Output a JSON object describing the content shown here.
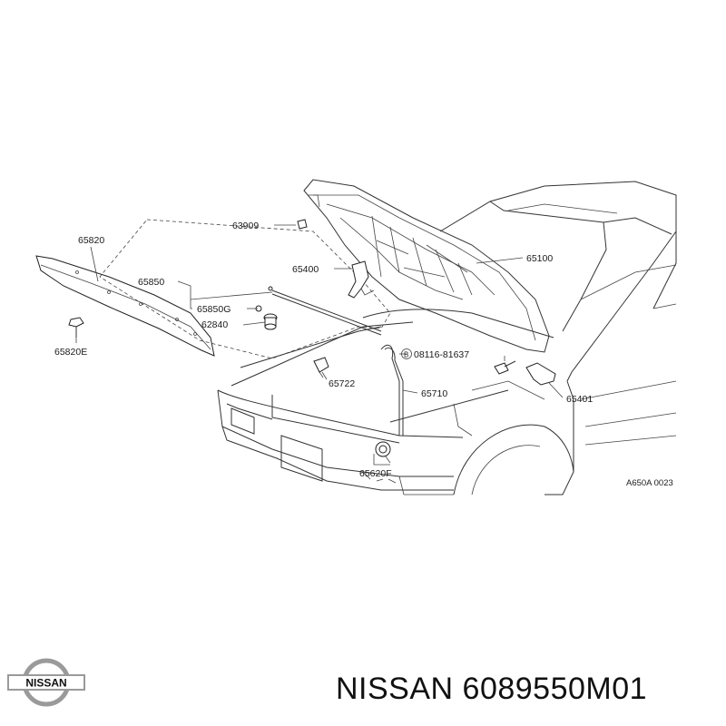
{
  "diagram": {
    "ref_code": "A650A 0023",
    "labels": {
      "p65820": "65820",
      "p65850": "65850",
      "p65850g": "65850G",
      "p62840": "62840",
      "p65820e": "65820E",
      "p63909": "63909",
      "p65400": "65400",
      "p65100": "65100",
      "bolt": "08116-81637",
      "bolt_prefix": "B",
      "p65722": "65722",
      "p65710": "65710",
      "p65401": "65401",
      "p65620": "65620F"
    }
  },
  "brand": {
    "logo_text": "NISSAN",
    "caption": "NISSAN 6089550M01",
    "logo_color": "#9a9a9a"
  }
}
